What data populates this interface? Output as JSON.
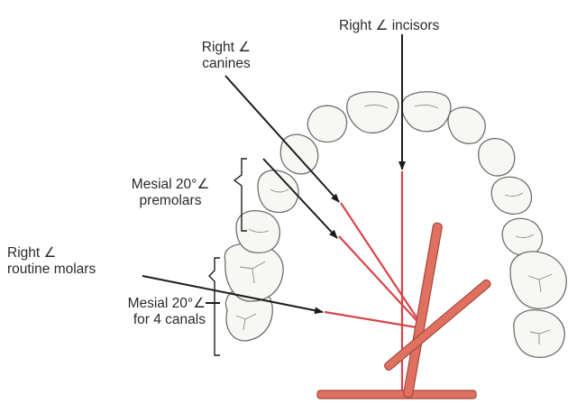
{
  "labels": {
    "incisors": "Right ∠ incisors",
    "canines_line1": "Right ∠",
    "canines_line2": "canines",
    "premolars_line1": "Mesial 20°∠",
    "premolars_line2": "premolars",
    "molars_line1": "Right ∠",
    "molars_line2": "routine molars",
    "four_canals_line1": "Mesial 20°∠",
    "four_canals_line2": "for 4 canals"
  },
  "colors": {
    "tooth_fill": "#f7f7f4",
    "tooth_outline": "#6f6f6f",
    "ray": "#d8454a",
    "film": "#e0705f",
    "film_outline": "#a64a3f",
    "arrow": "#1d1d1d",
    "text": "#2a2a2a"
  }
}
